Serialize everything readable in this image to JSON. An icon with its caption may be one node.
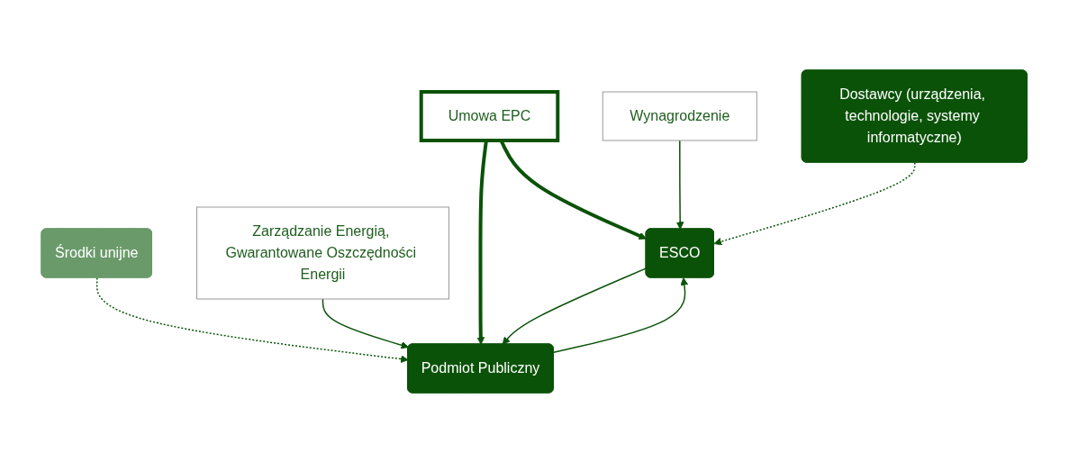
{
  "diagram": {
    "nodes": [
      {
        "text": [
          "Środki unijne"
        ]
      },
      {
        "text": [
          "Podmiot Publiczny"
        ]
      },
      {
        "text": [
          "Wynagrodzenie"
        ]
      },
      {
        "text": [
          "Umowa EPC"
        ]
      },
      {
        "text": [
          "Zarządzanie Energią, Gwarantowane Oszczędności Energii"
        ]
      },
      {
        "text": [
          "Dostawcy (urządzenia, technologie, systemy informatyczne)"
        ]
      },
      {
        "text": [
          "ESCO"
        ]
      }
    ],
    "edges": [
      {
        "from": 0,
        "to": 1,
        "arrow": "to",
        "style": "dashed"
      },
      {
        "from": 3,
        "to": 1,
        "arrow": "to",
        "style": "thick"
      },
      {
        "from": 3,
        "to": 6,
        "arrow": "to",
        "style": "thick"
      },
      {
        "from": 1,
        "to": 6,
        "arrow": "to"
      },
      {
        "from": 2,
        "to": 6,
        "arrow": "to"
      },
      {
        "from": 6,
        "to": 1,
        "arrow": "to"
      },
      {
        "from": 4,
        "to": 1,
        "arrow": "to"
      },
      {
        "from": 5,
        "to": 6,
        "arrow": "to",
        "style": "dashed"
      }
    ]
  }
}
